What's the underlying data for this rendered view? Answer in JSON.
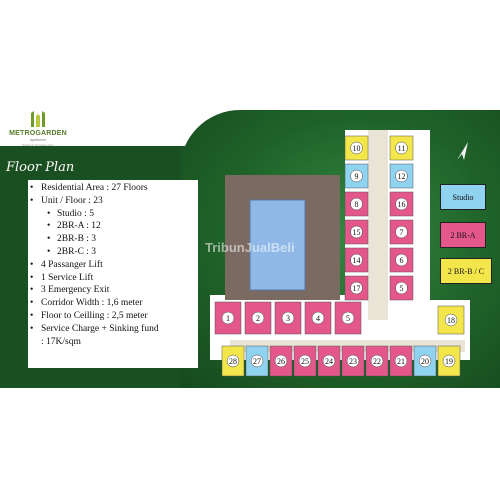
{
  "logo": {
    "brand": "METROGARDEN",
    "sub": "apartment",
    "tag": "Strategic Tropical Living"
  },
  "title": "Floor Plan",
  "specs": [
    {
      "level": 0,
      "text": "Residential Area : 27 Floors"
    },
    {
      "level": 0,
      "text": "Unit / Floor : 23"
    },
    {
      "level": 1,
      "text": "Studio : 5"
    },
    {
      "level": 1,
      "text": "2BR-A : 12"
    },
    {
      "level": 1,
      "text": "2BR-B : 3"
    },
    {
      "level": 1,
      "text": "2BR-C : 3"
    },
    {
      "level": 0,
      "text": "4 Passanger Lift"
    },
    {
      "level": 0,
      "text": "1 Service Lift"
    },
    {
      "level": 0,
      "text": "3 Emergency Exit"
    },
    {
      "level": 0,
      "text": "Corridor Width : 1,6 meter"
    },
    {
      "level": 0,
      "text": "Floor to Ceilling : 2,5 meter"
    },
    {
      "level": 0,
      "text": "Service Charge + Sinking fund"
    },
    {
      "level": 2,
      "text": ": 17K/sqm"
    }
  ],
  "legend": [
    {
      "label": "Studio",
      "color": "#8fd3f0"
    },
    {
      "label": "2 BR-A",
      "color": "#e3578a"
    },
    {
      "label": "2 BR-B / C",
      "color": "#f2e64a"
    }
  ],
  "watermark": "TribunJualBeli",
  "units": {
    "tower": [
      "10",
      "11",
      "9",
      "12",
      "8",
      "16",
      "15",
      "7",
      "14",
      "6",
      "17",
      "5"
    ],
    "bottom": [
      "28",
      "27",
      "26",
      "25",
      "24",
      "23",
      "22",
      "21",
      "20",
      "19",
      "18"
    ],
    "left": [
      "1",
      "2",
      "3",
      "4",
      "5"
    ]
  },
  "colors": {
    "studio": "#8fd3f0",
    "br_a": "#e3578a",
    "br_bc": "#f2e64a",
    "panel": "#1d5a28"
  }
}
